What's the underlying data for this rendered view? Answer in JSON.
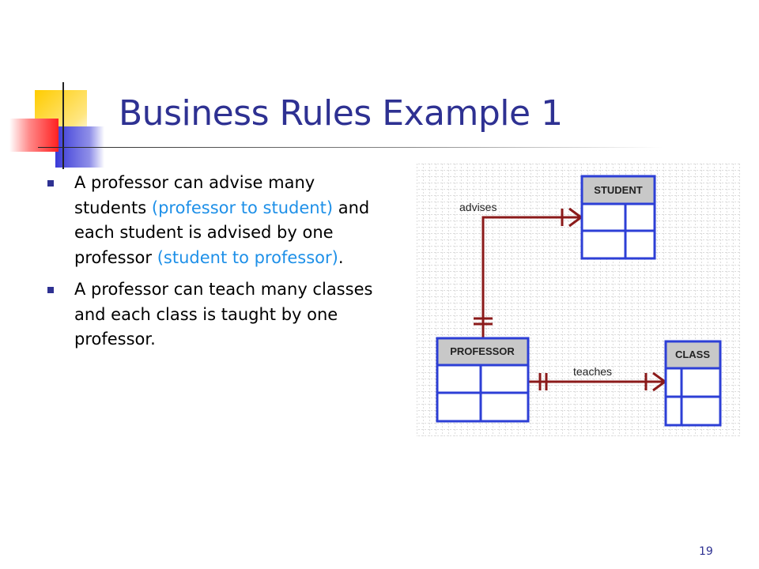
{
  "slide": {
    "title": "Business Rules Example 1",
    "page_number": "19"
  },
  "bullets": [
    {
      "part1": "A professor can advise many students ",
      "highlight1": "(professor to student)",
      "part2": " and each student is advised by one professor ",
      "highlight2": "(student to professor)",
      "part3": "."
    },
    {
      "text": "A professor can teach many classes and each class is taught by one professor."
    }
  ],
  "diagram": {
    "entities": {
      "student": "STUDENT",
      "professor": "PROFESSOR",
      "class": "CLASS"
    },
    "relationships": {
      "advises": "advises",
      "teaches": "teaches"
    },
    "colors": {
      "entity_border": "#2d3fd6",
      "entity_header": "#c8c8c8",
      "relationship_line": "#8b1a1a",
      "grid": "#b9b9b9",
      "title": "#2e3192",
      "highlight": "#1e90e8"
    }
  }
}
